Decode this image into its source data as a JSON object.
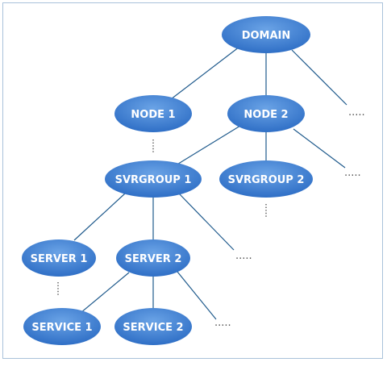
{
  "diagram": {
    "nodes": {
      "domain": "DOMAIN",
      "node1": "NODE 1",
      "node2": "NODE 2",
      "svrgroup1": "SVRGROUP 1",
      "svrgroup2": "SVRGROUP 2",
      "server1": "SERVER 1",
      "server2": "SERVER 2",
      "service1": "SERVICE 1",
      "service2": "SERVICE 2"
    },
    "ellipsis": "....."
  },
  "colors": {
    "node_fill_light": "#5b95db",
    "node_fill_dark": "#2e6cc3",
    "edge": "#1f5a8c",
    "frame_border": "#a9c2da"
  }
}
